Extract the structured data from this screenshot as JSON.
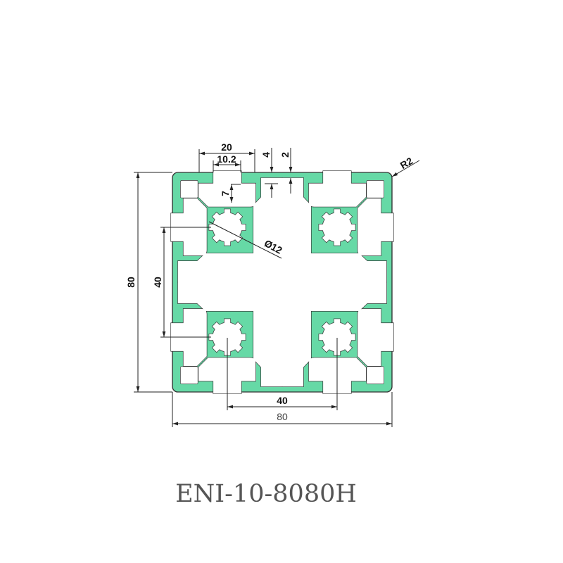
{
  "title": "ENI-10-8080H",
  "colors": {
    "profile_fill": "#66d9a6",
    "outline": "#333333",
    "dimension": "#222222"
  },
  "dimensions": {
    "slot_pitch": "20",
    "slot_opening": "10.2",
    "top_wall": "4",
    "center_wall": "2",
    "slot_depth": "7",
    "corner_radius": "R2",
    "bore_diameter": "Ø12",
    "height_overall": "80",
    "height_bore_spacing": "40",
    "width_bore_spacing": "40",
    "width_overall": "80"
  }
}
